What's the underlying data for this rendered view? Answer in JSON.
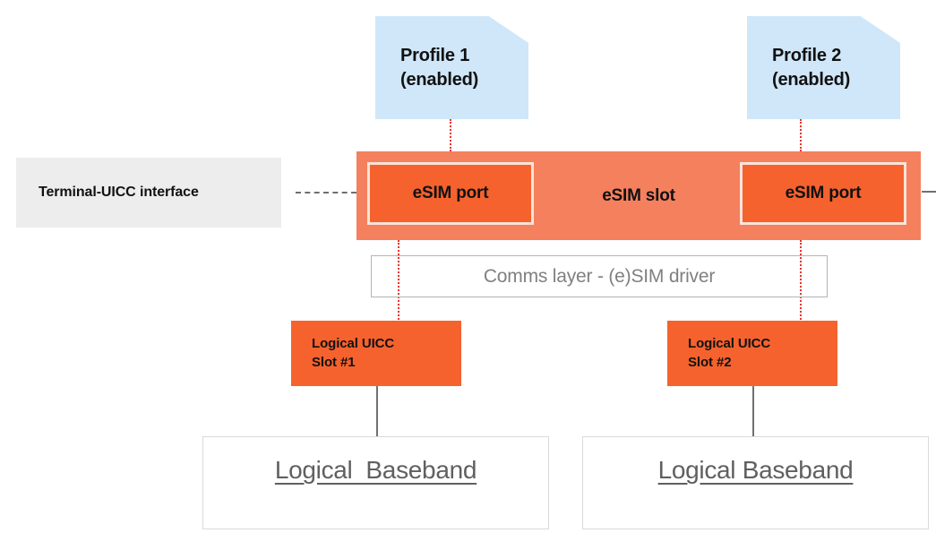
{
  "diagram": {
    "title": "eSIM slot and port architecture",
    "colors": {
      "profile_fill": "#CFE7F8",
      "slot_fill": "#F4805E",
      "port_fill": "#F5622E",
      "port_border": "#FBE3D8",
      "terminal_fill": "#EDEDED",
      "comms_border": "#B4B4B4",
      "comms_text": "#808080",
      "baseband_border": "#DADADA",
      "baseband_text": "#606060",
      "dotted_connector": "#E8352A",
      "dashed_connector": "#6E6E6E",
      "solid_connector": "#707070",
      "text": "#111111"
    },
    "profiles": [
      {
        "line1": "Profile 1",
        "line2": "(enabled)"
      },
      {
        "line1": "Profile 2",
        "line2": "(enabled)"
      }
    ],
    "terminal_interface": {
      "label": "Terminal-UICC interface"
    },
    "esim_slot": {
      "label": "eSIM slot",
      "ports": [
        {
          "label": "eSIM port"
        },
        {
          "label": "eSIM port"
        }
      ]
    },
    "comms_layer": {
      "label": "Comms layer - (e)SIM driver"
    },
    "uicc_slots": [
      {
        "line1": "Logical UICC",
        "line2": "Slot #1"
      },
      {
        "line1": "Logical UICC",
        "line2": "Slot #2"
      }
    ],
    "basebands": [
      {
        "label": "Logical  Baseband"
      },
      {
        "label": "Logical Baseband"
      }
    ]
  }
}
